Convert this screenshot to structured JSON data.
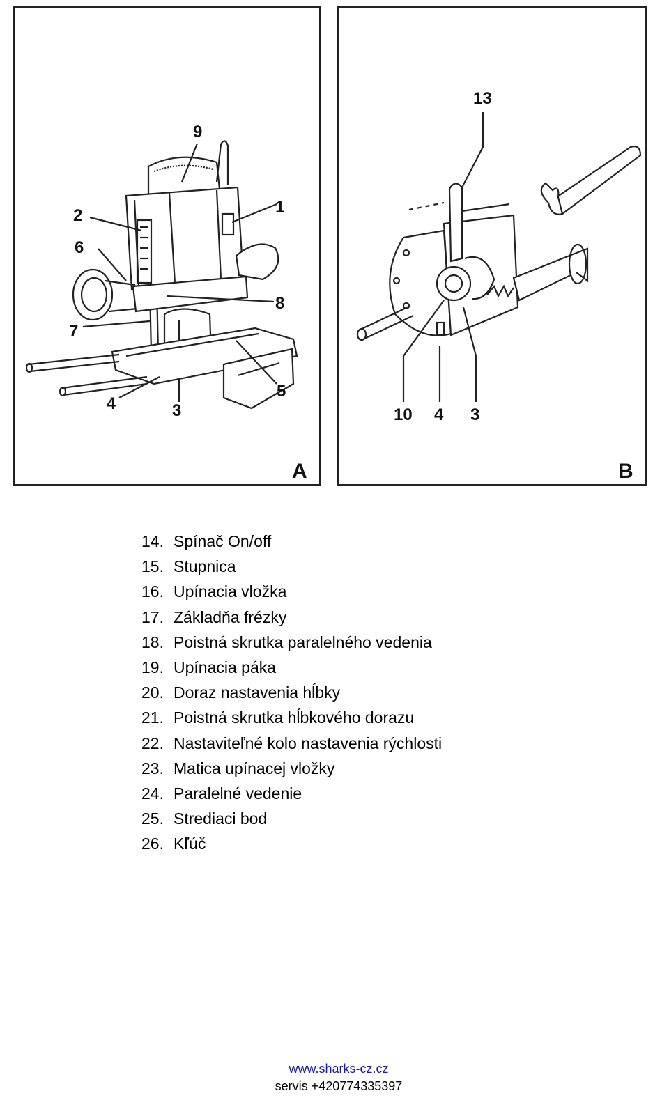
{
  "figures": {
    "panel_a": {
      "letter": "A",
      "callouts": [
        "9",
        "1",
        "2",
        "6",
        "8",
        "7",
        "5",
        "4",
        "3"
      ]
    },
    "panel_b": {
      "letter": "B",
      "callouts": [
        "13",
        "10",
        "4",
        "3"
      ]
    }
  },
  "legend": [
    {
      "num": "14.",
      "text": "Spínač On/off"
    },
    {
      "num": "15.",
      "text": "Stupnica"
    },
    {
      "num": "16.",
      "text": "Upínacia vložka"
    },
    {
      "num": "17.",
      "text": "Základňa frézky"
    },
    {
      "num": "18.",
      "text": "Poistná skrutka paralelného vedenia"
    },
    {
      "num": "19.",
      "text": "Upínacia páka"
    },
    {
      "num": "20.",
      "text": "Doraz nastavenia hĺbky"
    },
    {
      "num": "21.",
      "text": "Poistná skrutka hĺbkového dorazu"
    },
    {
      "num": "22.",
      "text": "Nastaviteľné kolo nastavenia rýchlosti"
    },
    {
      "num": "23.",
      "text": "Matica upínacej vložky"
    },
    {
      "num": "24.",
      "text": "Paralelné vedenie"
    },
    {
      "num": "25.",
      "text": "Strediaci bod"
    },
    {
      "num": "26.",
      "text": "Kľúč"
    }
  ],
  "footer": {
    "website": "www.sharks-cz.cz",
    "phone": "servis +420774335397"
  }
}
